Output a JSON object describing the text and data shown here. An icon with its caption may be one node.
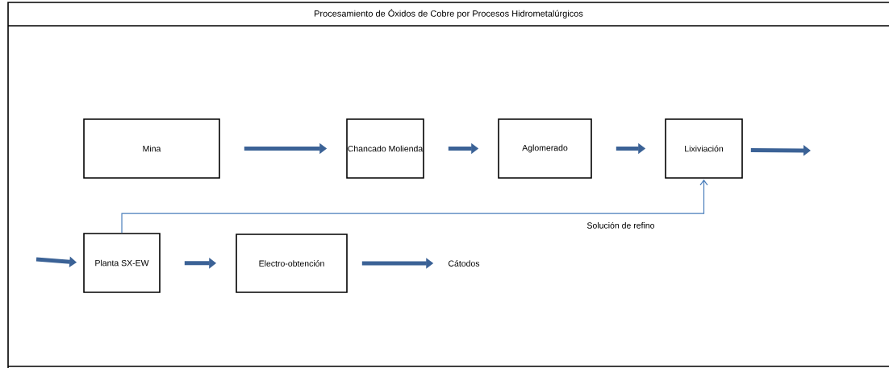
{
  "diagram": {
    "title": "Procesamiento de Óxidos de Cobre por Procesos Hidrometalúrgicos",
    "nodes": [
      {
        "text": [
          "Mina"
        ]
      },
      {
        "text": [
          "Chancado Molienda"
        ]
      },
      {
        "text": [
          "Aglomerado"
        ]
      },
      {
        "text": [
          "Lixiviación"
        ]
      },
      {
        "text": [
          "Planta SX-EW"
        ]
      },
      {
        "text": [
          "Electro-obtención"
        ]
      },
      {
        "text": [
          "Cátodos"
        ]
      }
    ],
    "edges": [
      {
        "from": 0,
        "to": 1,
        "arrow": "to"
      },
      {
        "from": 1,
        "to": 2,
        "arrow": "to"
      },
      {
        "from": 2,
        "to": 3,
        "arrow": "to"
      },
      {
        "from": 3,
        "to": null,
        "arrow": "to"
      },
      {
        "from": null,
        "to": 4,
        "arrow": "to"
      },
      {
        "from": 4,
        "to": 5,
        "arrow": "to"
      },
      {
        "from": 5,
        "to": 6,
        "arrow": "to"
      },
      {
        "from": 4,
        "to": 3,
        "arrow": "to",
        "label": "Solución de refino",
        "color": "#4a7ebb"
      }
    ]
  }
}
